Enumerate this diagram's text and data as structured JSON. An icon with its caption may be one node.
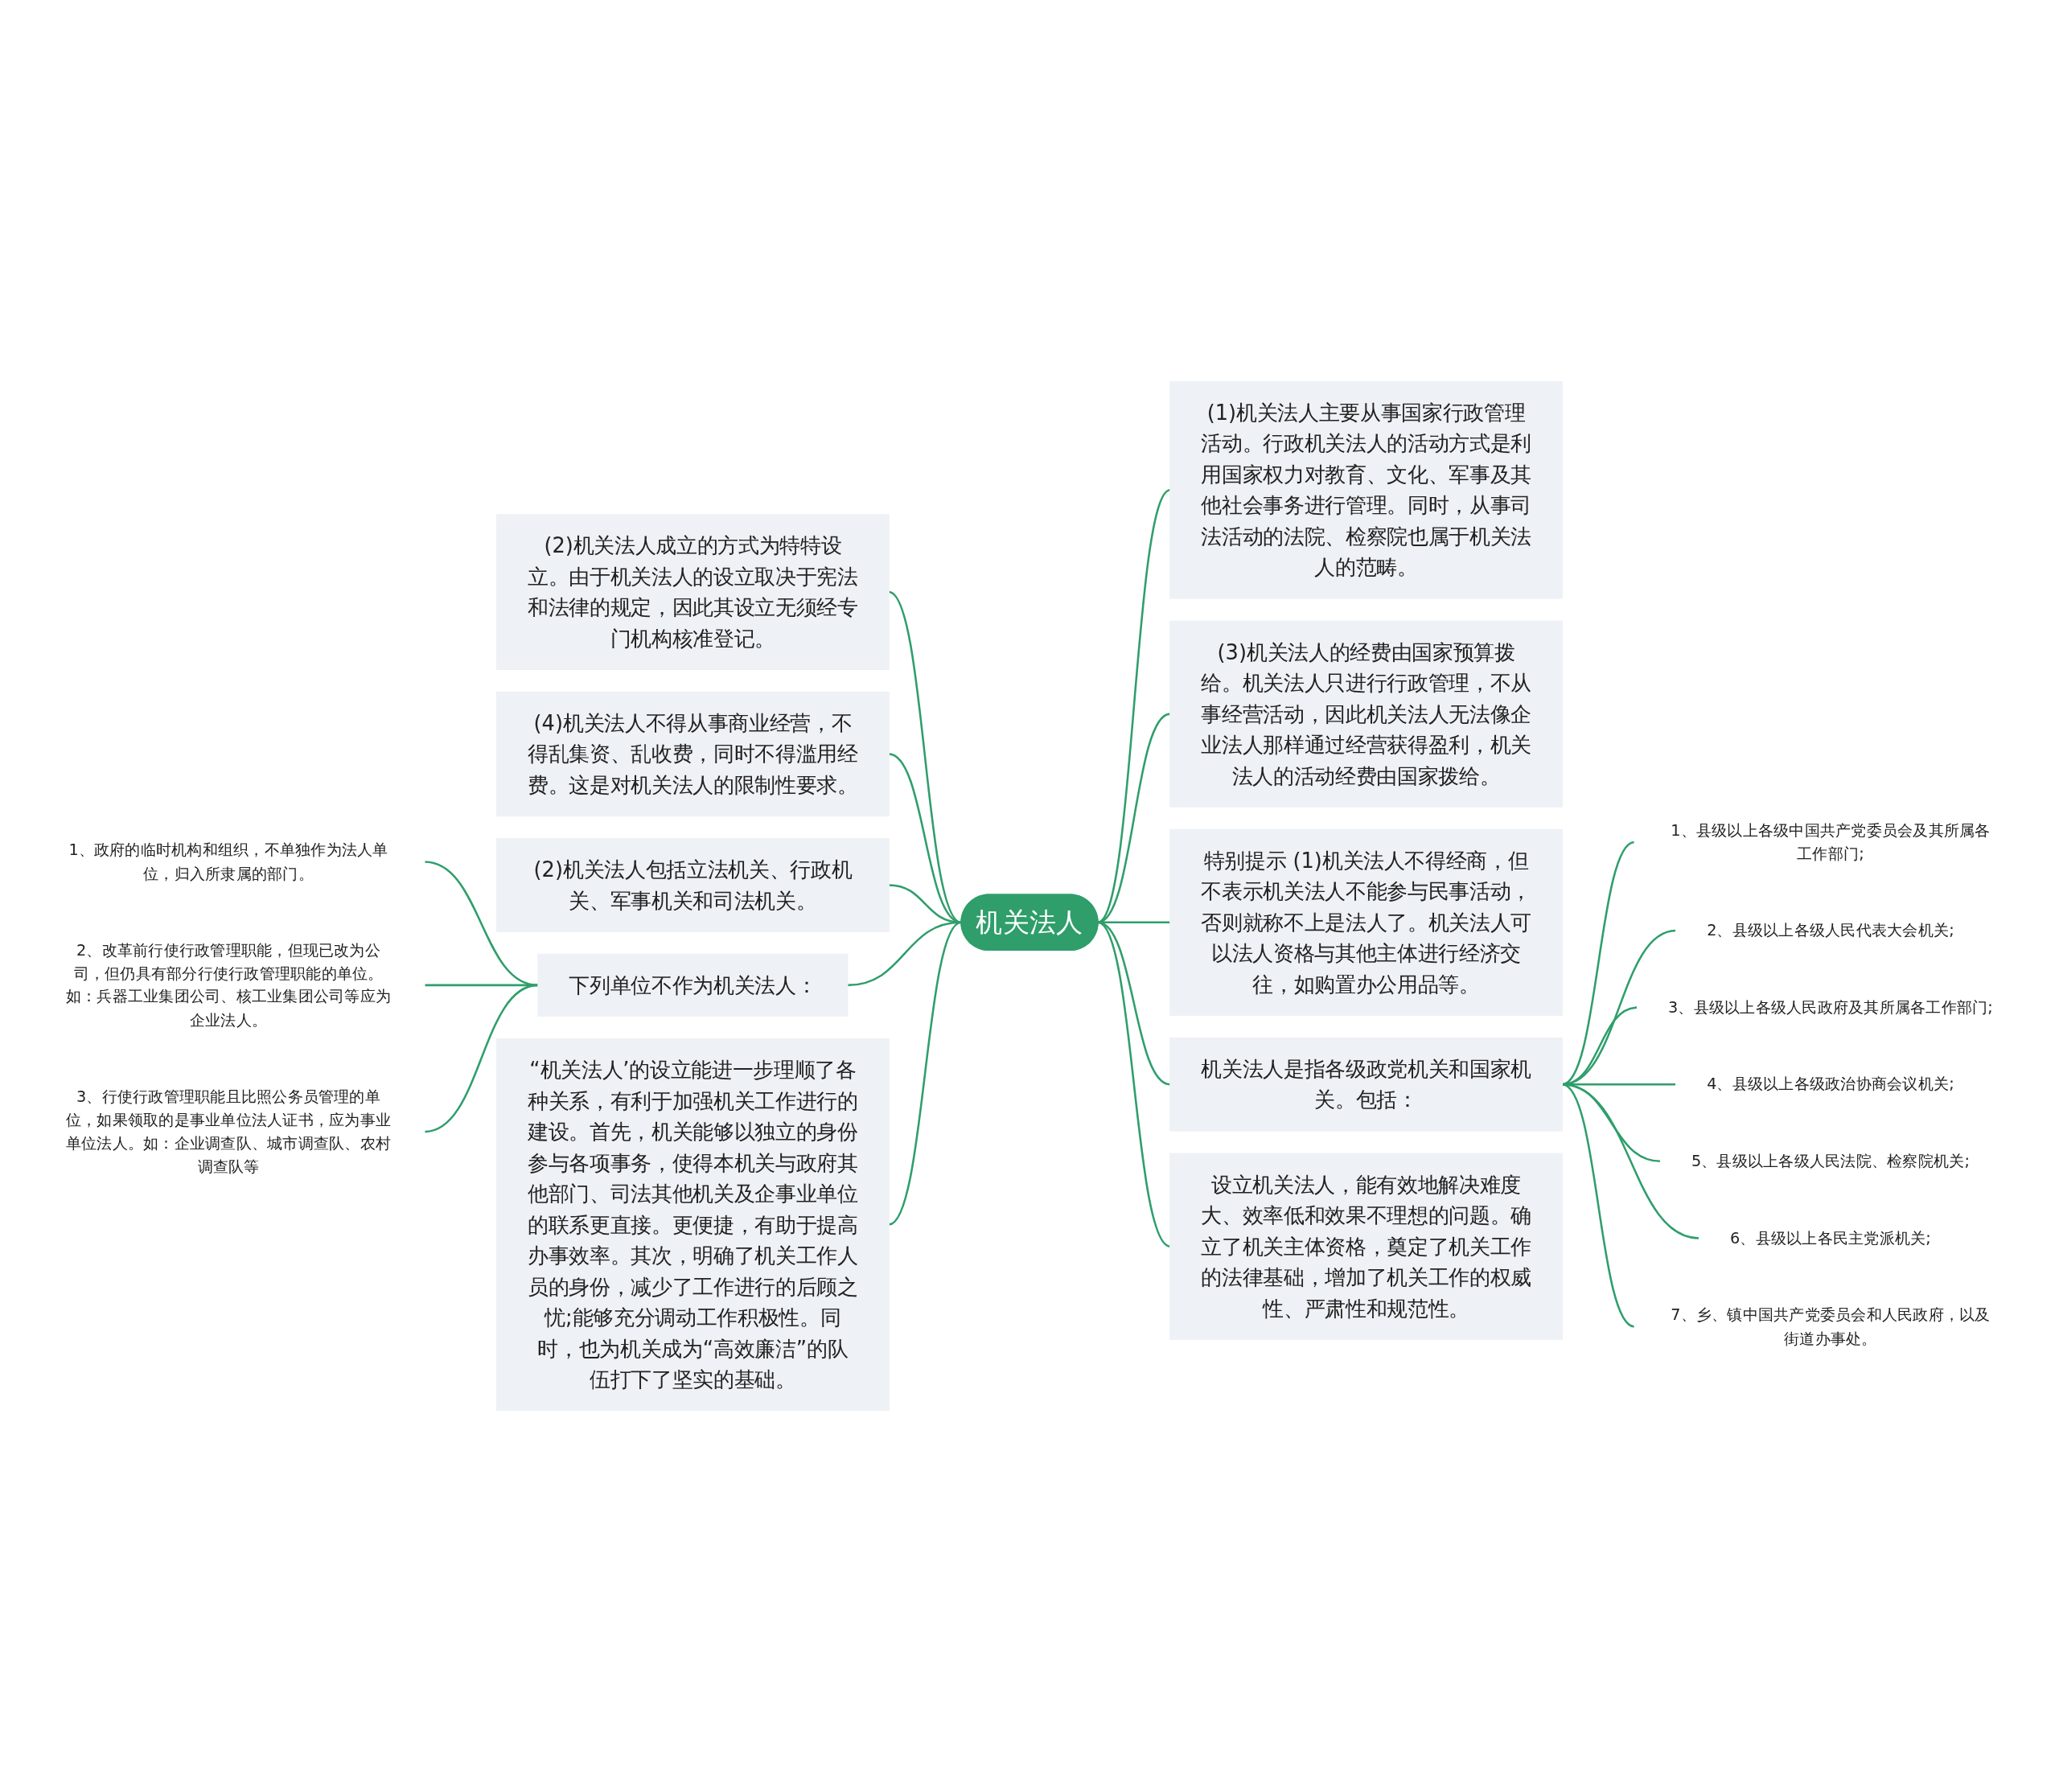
{
  "diagram": {
    "nodes": [
      {
        "text": [
          "机关法人"
        ]
      },
      {
        "text": [
          "(2)机关法人成立的方式为特特设立。由于机关法人的设立取决于宪法和法律的规定，因此其设立无须经专门机构核准登记。"
        ]
      },
      {
        "text": [
          "(4)机关法人不得从事商业经营，不得乱集资、乱收费，同时不得滥用经费。这是对机关法人的限制性要求。"
        ]
      },
      {
        "text": [
          "(2)机关法人包括立法机关、行政机关、军事机关和司法机关。"
        ]
      },
      {
        "text": [
          "下列单位不作为机关法人："
        ]
      },
      {
        "text": [
          "1、政府的临时机构和组织，不单独作为法人单位，归入所隶属的部门。"
        ]
      },
      {
        "text": [
          "2、改革前行使行政管理职能，但现已改为公司，但仍具有部分行使行政管理职能的单位。如：兵器工业集团公司、核工业集团公司等应为企业法人。"
        ]
      },
      {
        "text": [
          "3、行使行政管理职能且比照公务员管理的单位，如果领取的是事业单位法人证书，应为事业单位法人。如：企业调查队、城市调查队、农村调查队等"
        ]
      },
      {
        "text": [
          "“机关法人’的设立能进一步理顺了各种关系，有利于加强机关工作进行的建设。首先，机关能够以独立的身份参与各项事务，使得本机关与政府其他部门、司法其他机关及企事业单位的联系更直接。更便捷，有助于提高办事效率。其次，明确了机关工作人员的身份，减少了工作进行的后顾之忧;能够充分调动工作积极性。同时，也为机关成为“高效廉洁”的队伍打下了坚实的基础。"
        ]
      },
      {
        "text": [
          "(1)机关法人主要从事国家行政管理活动。行政机关法人的活动方式是利用国家权力对教育、文化、军事及其他社会事务进行管理。同时，从事司法活动的法院、检察院也属于机关法人的范畴。"
        ]
      },
      {
        "text": [
          "(3)机关法人的经费由国家预算拨给。机关法人只进行行政管理，不从事经营活动，因此机关法人无法像企业法人那样通过经营获得盈利，机关法人的活动经费由国家拨给。"
        ]
      },
      {
        "text": [
          "特别提示 (1)机关法人不得经商，但不表示机关法人不能参与民事活动，否则就称不上是法人了。机关法人可以法人资格与其他主体进行经济交往，如购置办公用品等。"
        ]
      },
      {
        "text": [
          "机关法人是指各级政党机关和国家机关。包括："
        ]
      },
      {
        "text": [
          "1、县级以上各级中国共产党委员会及其所属各工作部门;"
        ]
      },
      {
        "text": [
          "2、县级以上各级人民代表大会机关;"
        ]
      },
      {
        "text": [
          "3、县级以上各级人民政府及其所属各工作部门;"
        ]
      },
      {
        "text": [
          "4、县级以上各级政治协商会议机关;"
        ]
      },
      {
        "text": [
          "5、县级以上各级人民法院、检察院机关;"
        ]
      },
      {
        "text": [
          "6、县级以上各民主党派机关;"
        ]
      },
      {
        "text": [
          "7、乡、镇中国共产党委员会和人民政府，以及街道办事处。"
        ]
      },
      {
        "text": [
          "设立机关法人，能有效地解决难度大、效率低和效果不理想的问题。确立了机关主体资格，奠定了机关工作的法律基础，增加了机关工作的权威性、严肃性和规范性。"
        ]
      }
    ],
    "edges": [
      {
        "from": 0,
        "to": 1,
        "arrow": "none"
      },
      {
        "from": 0,
        "to": 2,
        "arrow": "none"
      },
      {
        "from": 0,
        "to": 3,
        "arrow": "none"
      },
      {
        "from": 0,
        "to": 4,
        "arrow": "none"
      },
      {
        "from": 4,
        "to": 5,
        "arrow": "none"
      },
      {
        "from": 4,
        "to": 6,
        "arrow": "none"
      },
      {
        "from": 4,
        "to": 7,
        "arrow": "none"
      },
      {
        "from": 0,
        "to": 8,
        "arrow": "none"
      },
      {
        "from": 0,
        "to": 9,
        "arrow": "none"
      },
      {
        "from": 0,
        "to": 10,
        "arrow": "none"
      },
      {
        "from": 0,
        "to": 11,
        "arrow": "none"
      },
      {
        "from": 0,
        "to": 12,
        "arrow": "none"
      },
      {
        "from": 12,
        "to": 13,
        "arrow": "none"
      },
      {
        "from": 12,
        "to": 14,
        "arrow": "none"
      },
      {
        "from": 12,
        "to": 15,
        "arrow": "none"
      },
      {
        "from": 12,
        "to": 16,
        "arrow": "none"
      },
      {
        "from": 12,
        "to": 17,
        "arrow": "none"
      },
      {
        "from": 12,
        "to": 18,
        "arrow": "none"
      },
      {
        "from": 12,
        "to": 19,
        "arrow": "none"
      },
      {
        "from": 0,
        "to": 20,
        "arrow": "none"
      }
    ]
  }
}
